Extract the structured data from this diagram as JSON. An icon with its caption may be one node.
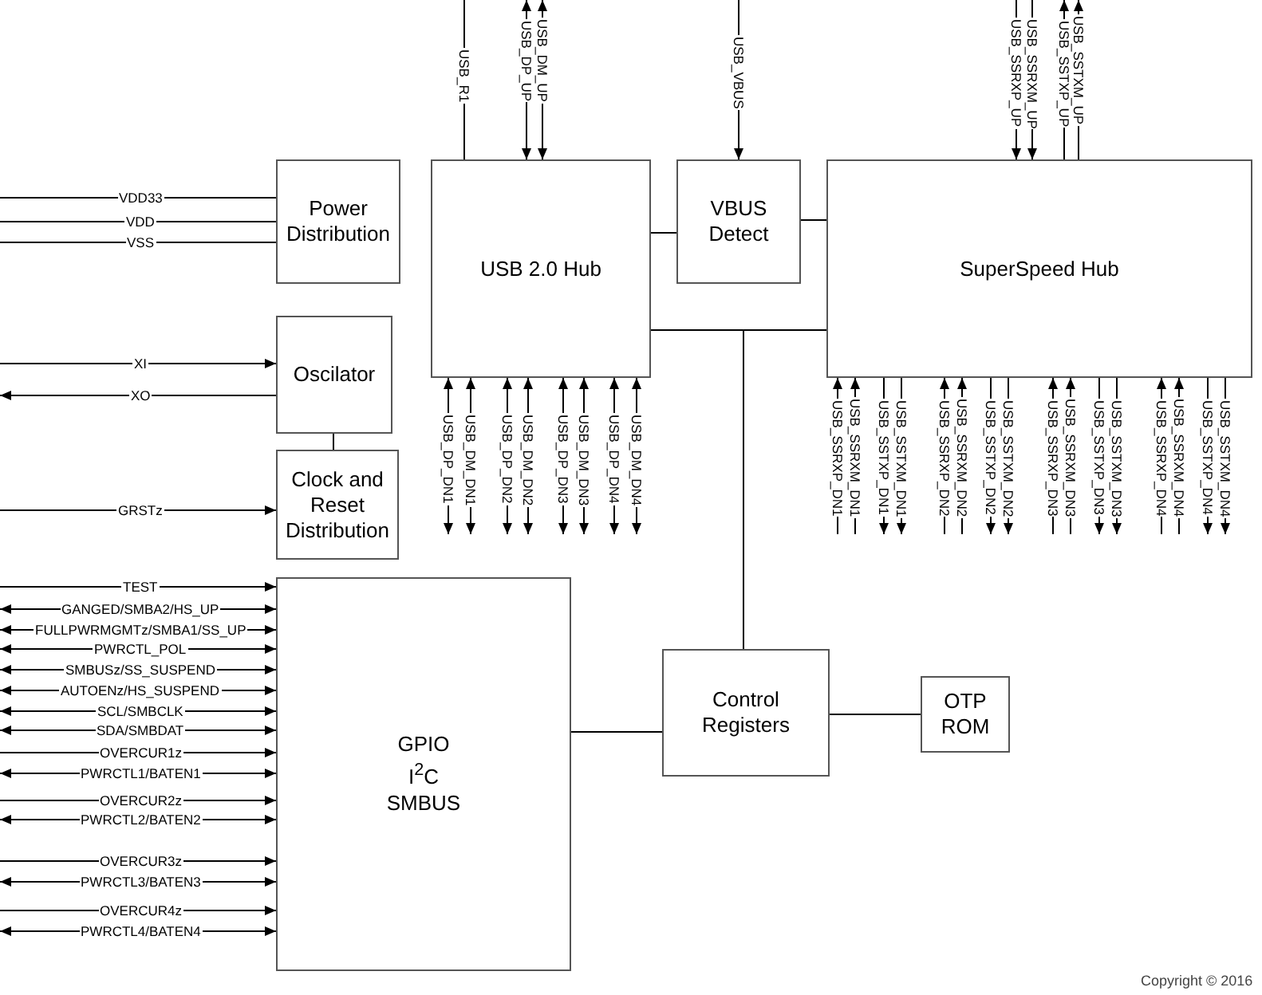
{
  "diagram": {
    "nodes": [
      {
        "text": [
          "Power Distribution"
        ]
      },
      {
        "text": [
          "USB 2.0 Hub"
        ]
      },
      {
        "text": [
          "VBUS Detect"
        ]
      },
      {
        "text": [
          "SuperSpeed Hub"
        ]
      },
      {
        "text": [
          "Oscilator"
        ]
      },
      {
        "text": [
          "Clock and Reset Distribution"
        ]
      },
      {
        "text": [
          "GPIO I$^{2}$C SMBUS"
        ]
      },
      {
        "text": [
          "Control Registers"
        ]
      },
      {
        "text": [
          "OTP ROM"
        ]
      }
    ],
    "edges": [
      {
        "from": null,
        "to": 1,
        "arrow": "none",
        "label": "USB_R1"
      },
      {
        "from": null,
        "to": 1,
        "arrow": "both",
        "label": "USB_DP_UP"
      },
      {
        "from": null,
        "to": 1,
        "arrow": "both",
        "label": "USB_DM_UP"
      },
      {
        "from": null,
        "to": 2,
        "arrow": "to",
        "label": "USB_VBUS"
      },
      {
        "from": null,
        "to": 3,
        "arrow": "to",
        "label": "USB_SSRXP_UP"
      },
      {
        "from": null,
        "to": 3,
        "arrow": "to",
        "label": "USB_SSRXM_UP"
      },
      {
        "from": 3,
        "to": null,
        "arrow": "to",
        "label": "USB_SSTXP_UP"
      },
      {
        "from": 3,
        "to": null,
        "arrow": "to",
        "label": "USB_SSTXM_UP"
      },
      {
        "from": 1,
        "to": 2,
        "arrow": "none"
      },
      {
        "from": 2,
        "to": 3,
        "arrow": "none"
      },
      {
        "from": null,
        "to": 0,
        "arrow": "none",
        "label": "VDD33"
      },
      {
        "from": null,
        "to": 0,
        "arrow": "none",
        "label": "VDD"
      },
      {
        "from": null,
        "to": 0,
        "arrow": "none",
        "label": "VSS"
      },
      {
        "from": null,
        "to": 4,
        "arrow": "to",
        "label": "XI"
      },
      {
        "from": 4,
        "to": null,
        "arrow": "to",
        "label": "XO"
      },
      {
        "from": 4,
        "to": 5,
        "arrow": "none"
      },
      {
        "from": null,
        "to": 5,
        "arrow": "to",
        "label": "GRSTz"
      },
      {
        "from": null,
        "to": 6,
        "arrow": "to",
        "label": "TEST"
      },
      {
        "from": null,
        "to": 6,
        "arrow": "both",
        "label": "GANGED/SMBA2/HS_UP"
      },
      {
        "from": null,
        "to": 6,
        "arrow": "both",
        "label": "FULLPWRMGMTz/SMBA1/SS_UP"
      },
      {
        "from": null,
        "to": 6,
        "arrow": "both",
        "label": "PWRCTL_POL"
      },
      {
        "from": null,
        "to": 6,
        "arrow": "both",
        "label": "SMBUSz/SS_SUSPEND"
      },
      {
        "from": null,
        "to": 6,
        "arrow": "both",
        "label": "AUTOENz/HS_SUSPEND"
      },
      {
        "from": null,
        "to": 6,
        "arrow": "both",
        "label": "SCL/SMBCLK"
      },
      {
        "from": null,
        "to": 6,
        "arrow": "both",
        "label": "SDA/SMBDAT"
      },
      {
        "from": null,
        "to": 6,
        "arrow": "to",
        "label": "OVERCUR1z"
      },
      {
        "from": null,
        "to": 6,
        "arrow": "both",
        "label": "PWRCTL1/BATEN1"
      },
      {
        "from": null,
        "to": 6,
        "arrow": "to",
        "label": "OVERCUR2z"
      },
      {
        "from": null,
        "to": 6,
        "arrow": "both",
        "label": "PWRCTL2/BATEN2"
      },
      {
        "from": null,
        "to": 6,
        "arrow": "to",
        "label": "OVERCUR3z"
      },
      {
        "from": null,
        "to": 6,
        "arrow": "both",
        "label": "PWRCTL3/BATEN3"
      },
      {
        "from": null,
        "to": 6,
        "arrow": "to",
        "label": "OVERCUR4z"
      },
      {
        "from": null,
        "to": 6,
        "arrow": "both",
        "label": "PWRCTL4/BATEN4"
      },
      {
        "from": 1,
        "to": null,
        "arrow": "both",
        "label": "USB_DP_DN1"
      },
      {
        "from": 1,
        "to": null,
        "arrow": "both",
        "label": "USB_DM_DN1"
      },
      {
        "from": 1,
        "to": null,
        "arrow": "both",
        "label": "USB_DP_DN2"
      },
      {
        "from": 1,
        "to": null,
        "arrow": "both",
        "label": "USB_DM_DN2"
      },
      {
        "from": 1,
        "to": null,
        "arrow": "both",
        "label": "USB_DP_DN3"
      },
      {
        "from": 1,
        "to": null,
        "arrow": "both",
        "label": "USB_DM_DN3"
      },
      {
        "from": 1,
        "to": null,
        "arrow": "both",
        "label": "USB_DP_DN4"
      },
      {
        "from": 1,
        "to": null,
        "arrow": "both",
        "label": "USB_DM_DN4"
      },
      {
        "from": null,
        "to": 3,
        "arrow": "to",
        "label": "USB_SSRXP_DN1"
      },
      {
        "from": null,
        "to": 3,
        "arrow": "to",
        "label": "USB_SSRXM_DN1"
      },
      {
        "from": 3,
        "to": null,
        "arrow": "to",
        "label": "USB_SSTXP_DN1"
      },
      {
        "from": 3,
        "to": null,
        "arrow": "to",
        "label": "USB_SSTXM_DN1"
      },
      {
        "from": null,
        "to": 3,
        "arrow": "to",
        "label": "USB_SSRXP_DN2"
      },
      {
        "from": null,
        "to": 3,
        "arrow": "to",
        "label": "USB_SSRXM_DN2"
      },
      {
        "from": 3,
        "to": null,
        "arrow": "to",
        "label": "USB_SSTXP_DN2"
      },
      {
        "from": 3,
        "to": null,
        "arrow": "to",
        "label": "USB_SSTXM_DN2"
      },
      {
        "from": null,
        "to": 3,
        "arrow": "to",
        "label": "USB_SSRXP_DN3"
      },
      {
        "from": null,
        "to": 3,
        "arrow": "to",
        "label": "USB_SSRXM_DN3"
      },
      {
        "from": 3,
        "to": null,
        "arrow": "to",
        "label": "USB_SSTXP_DN3"
      },
      {
        "from": 3,
        "to": null,
        "arrow": "to",
        "label": "USB_SSTXM_DN3"
      },
      {
        "from": null,
        "to": 3,
        "arrow": "to",
        "label": "USB_SSRXP_DN4"
      },
      {
        "from": null,
        "to": 3,
        "arrow": "to",
        "label": "USB_SSRXM_DN4"
      },
      {
        "from": 3,
        "to": null,
        "arrow": "to",
        "label": "USB_SSTXP_DN4"
      },
      {
        "from": 3,
        "to": null,
        "arrow": "to",
        "label": "USB_SSTXM_DN4"
      },
      {
        "from": 7,
        "to": 1,
        "arrow": "none"
      },
      {
        "from": 7,
        "to": 3,
        "arrow": "none"
      },
      {
        "from": 6,
        "to": 7,
        "arrow": "none"
      },
      {
        "from": 7,
        "to": 8,
        "arrow": "none"
      }
    ],
    "labels": [
      "Copyright © 2016"
    ]
  }
}
